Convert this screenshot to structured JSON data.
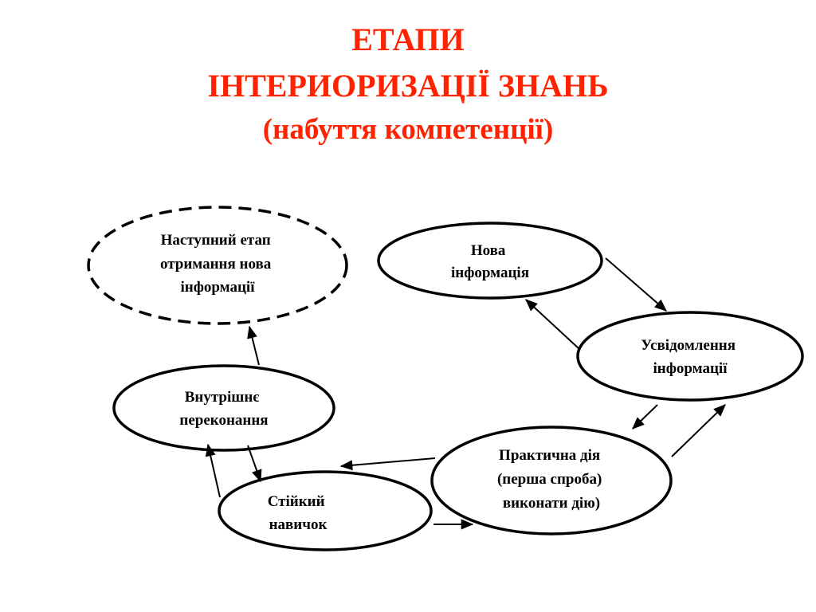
{
  "title": {
    "line1": "ЕТАПИ",
    "line2": "ІНТЕРИОРИЗАЦІЇ ЗНАНЬ",
    "line3": "(набуття компетенції)"
  },
  "colors": {
    "title": "#ff2200",
    "stroke": "#000000"
  },
  "nodes": {
    "next": {
      "lines": [
        "Наступний етап",
        "отримання нова",
        "інформації"
      ]
    },
    "new_info": {
      "lines": [
        "Нова",
        "інформація"
      ]
    },
    "awareness": {
      "lines": [
        "Усвідомлення",
        "інформації"
      ]
    },
    "practical": {
      "lines": [
        "Практична дія",
        "(перша спроба)",
        "виконати дію)"
      ]
    },
    "skill": {
      "lines": [
        "Стійкий",
        "навичок"
      ]
    },
    "belief": {
      "lines": [
        "Внутрішнє",
        "переконання"
      ]
    }
  }
}
